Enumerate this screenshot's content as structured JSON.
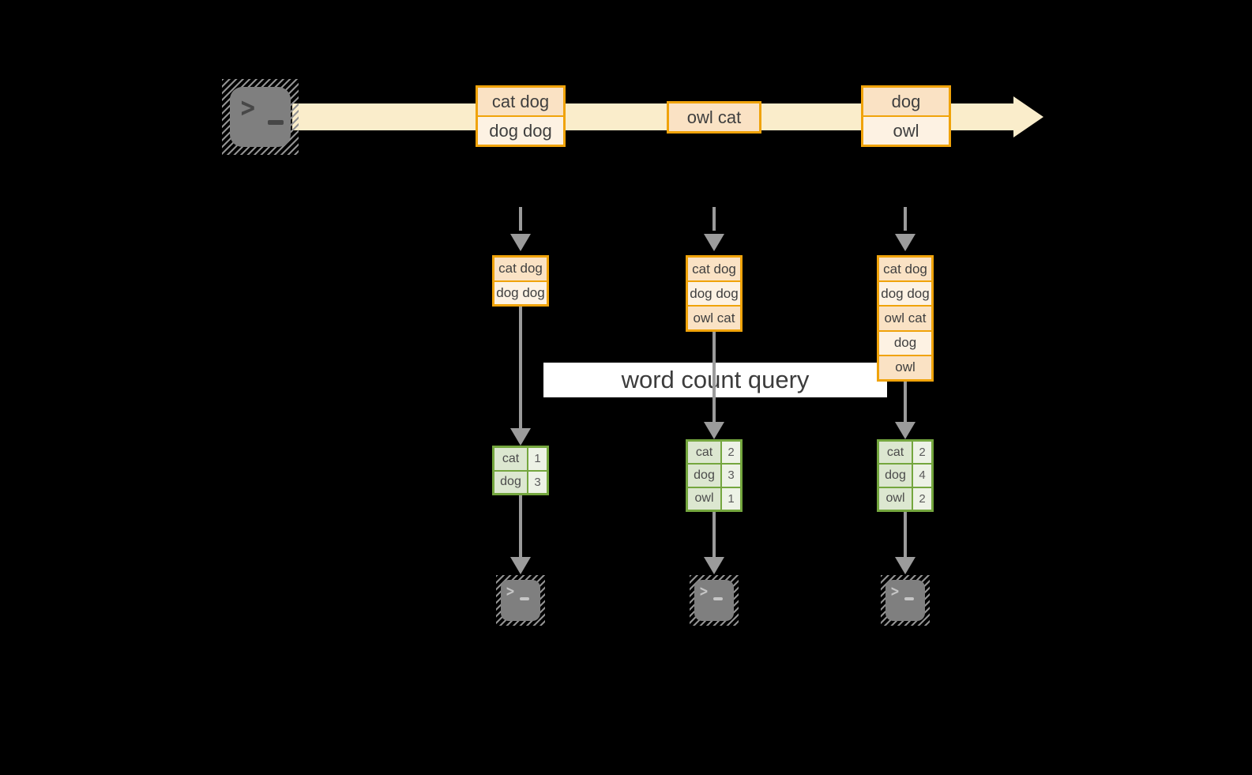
{
  "colors": {
    "background": "#000000",
    "stream_band": "#FAEDCB",
    "box_border_gold": "#F0A30A",
    "cell_peach": "#FAE2C4",
    "cell_cream": "#FDF2E3",
    "table_border_green": "#74A63E",
    "table_cell_green": "#DCE7D0",
    "table_cell_green_light": "#EDF2E6",
    "arrow_gray": "#9B9B9B",
    "query_box_bg": "#FFFFFF",
    "terminal_gray": "#7F7F7F",
    "text_dark": "#3F3F3F"
  },
  "stream": {
    "batches": [
      {
        "lines": [
          "cat dog",
          "dog dog"
        ]
      },
      {
        "lines": [
          "owl cat"
        ]
      },
      {
        "lines": [
          "dog",
          "owl"
        ]
      }
    ]
  },
  "states": [
    {
      "lines": [
        "cat dog",
        "dog dog"
      ]
    },
    {
      "lines": [
        "cat dog",
        "dog dog",
        "owl cat"
      ]
    },
    {
      "lines": [
        "cat dog",
        "dog dog",
        "owl cat",
        "dog",
        "owl"
      ]
    }
  ],
  "query": {
    "label": "word count query"
  },
  "results": [
    {
      "rows": [
        {
          "word": "cat",
          "count": "1"
        },
        {
          "word": "dog",
          "count": "3"
        }
      ]
    },
    {
      "rows": [
        {
          "word": "cat",
          "count": "2"
        },
        {
          "word": "dog",
          "count": "3"
        },
        {
          "word": "owl",
          "count": "1"
        }
      ]
    },
    {
      "rows": [
        {
          "word": "cat",
          "count": "2"
        },
        {
          "word": "dog",
          "count": "4"
        },
        {
          "word": "owl",
          "count": "2"
        }
      ]
    }
  ],
  "icons": {
    "source": "terminal-icon",
    "sinks": [
      "terminal-icon",
      "terminal-icon",
      "terminal-icon"
    ]
  }
}
